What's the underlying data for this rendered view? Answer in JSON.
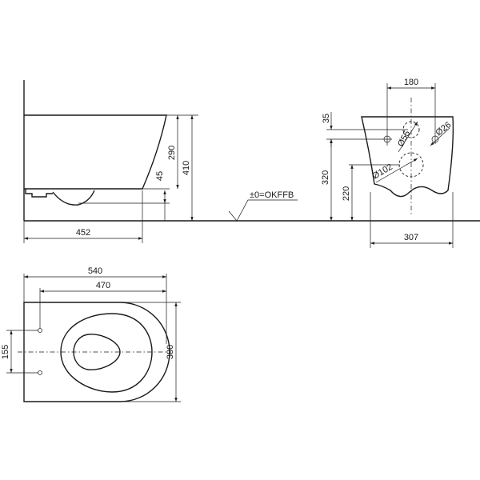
{
  "side_view": {
    "dim_452": "452",
    "dim_290": "290",
    "dim_410": "410",
    "dim_45": "45"
  },
  "reference_label": "±0=OKFFB",
  "front_view": {
    "dim_180": "180",
    "dim_35": "35",
    "dim_320": "320",
    "dim_220": "220",
    "dim_307": "307",
    "dim_d55": "Ø55",
    "dim_d26": "Ø26",
    "dim_d102": "Ø102"
  },
  "top_view": {
    "dim_540": "540",
    "dim_470": "470",
    "dim_155": "155",
    "dim_380": "380"
  }
}
